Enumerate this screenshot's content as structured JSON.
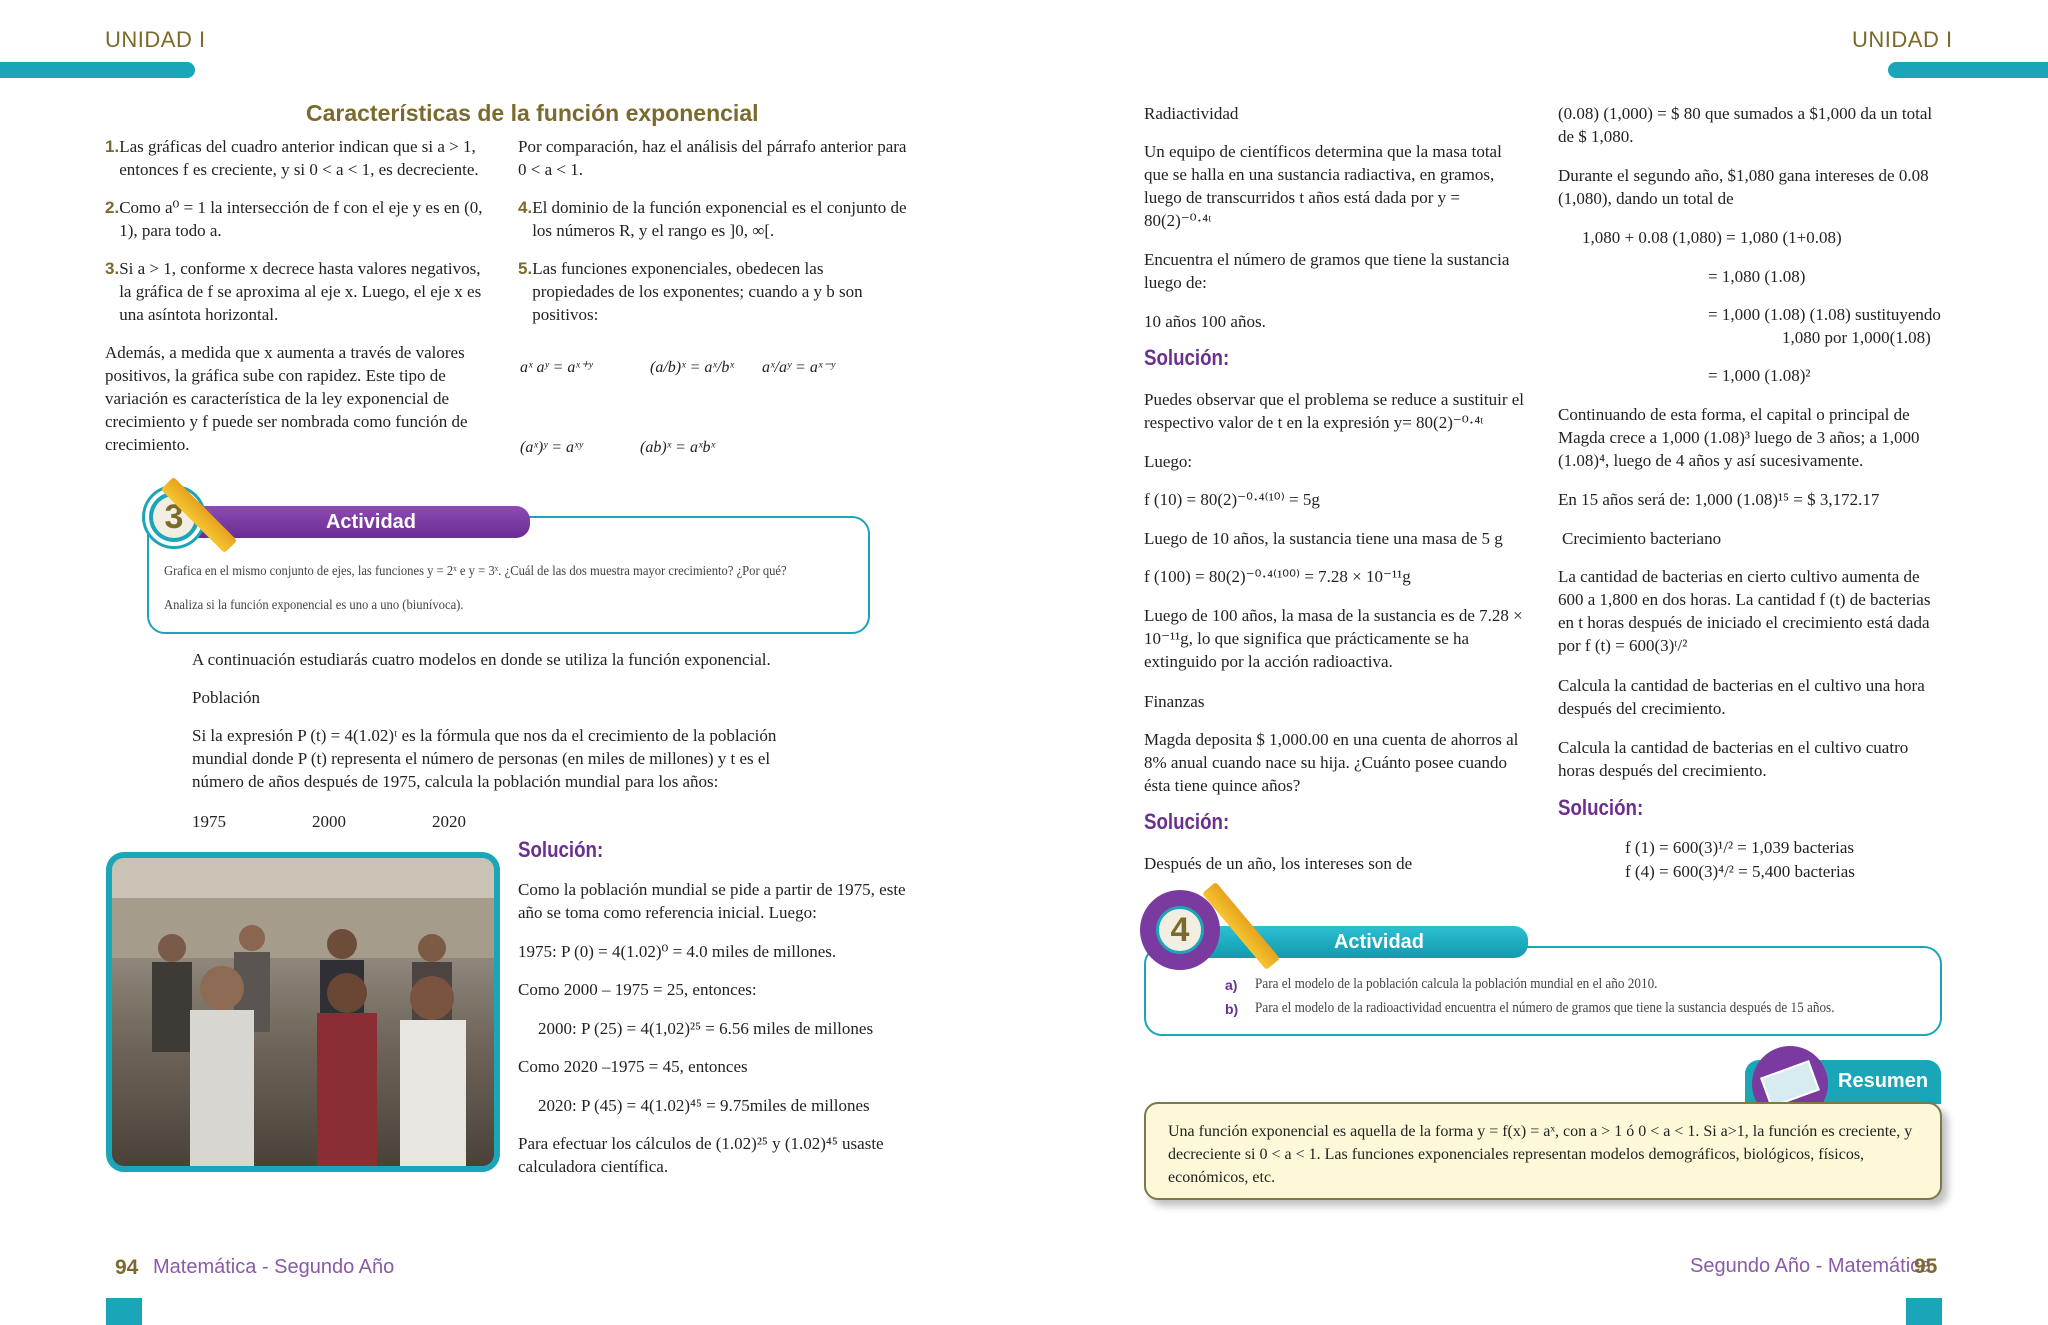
{
  "header": {
    "left_unit": "UNIDAD I",
    "right_unit": "UNIDAD I"
  },
  "left": {
    "title": "Características de la función exponencial",
    "col1": [
      {
        "n": "1.",
        "text": "Las gráficas del cuadro anterior indican que si a > 1, entonces f es creciente, y si 0 < a < 1, es decreciente."
      },
      {
        "n": "2.",
        "text": "Como a⁰ = 1 la intersección de f con el eje y es en (0, 1), para todo a."
      },
      {
        "n": "3.",
        "text": "Si a > 1, conforme x decrece hasta valores negativos, la gráfica de f se aproxima al eje x. Luego, el eje x es una asíntota horizontal."
      }
    ],
    "col1_para": "Además, a medida que x aumenta a través de valores positivos, la gráfica sube con rapidez. Este tipo de variación es característica de la ley exponencial de crecimiento y f puede ser nombrada como función de crecimiento.",
    "col2_intro": "Por comparación, haz el análisis del párrafo anterior para 0 < a < 1.",
    "col2": [
      {
        "n": "4.",
        "text": "El dominio de la función exponencial es el conjunto de los números R, y el rango es ]0, ∞[."
      },
      {
        "n": "5.",
        "text": "Las funciones exponenciales, obedecen las propiedades de los exponentes; cuando a y b son positivos:"
      }
    ],
    "props": {
      "p1": "aˣ aʸ = aˣ⁺ʸ",
      "p2": "(a/b)ˣ = aˣ/bˣ",
      "p3": "aˣ/aʸ = aˣ⁻ʸ",
      "p4": "(aˣ)ʸ = aˣʸ",
      "p5": "(ab)ˣ = aˣbˣ"
    },
    "activity": {
      "number": "3",
      "label": "Actividad",
      "line1": "Grafica en el mismo conjunto de ejes, las funciones y = 2ˣ e y = 3ˣ. ¿Cuál de las dos muestra mayor crecimiento? ¿Por qué?",
      "line2": "Analiza si la función exponencial es uno a uno (biunívoca)."
    },
    "intro": "A continuación estudiarás cuatro modelos en donde se utiliza la función exponencial.",
    "poblacion_label": "Población",
    "poblacion_text": "Si la expresión P (t) = 4(1.02)ᵗ es la fórmula que nos da el crecimiento de la población mundial donde P (t) representa el número de personas (en miles de millones) y t es el número de años después de 1975, calcula la población mundial para los años:",
    "years": [
      "1975",
      "2000",
      "2020"
    ],
    "solucion_label": "Solución:",
    "sol_lines": [
      "Como la población mundial se pide a partir de 1975, este año se toma como referencia inicial. Luego:",
      "1975: P (0) = 4(1.02)⁰ = 4.0 miles de millones.",
      "Como 2000 – 1975 = 25, entonces:",
      "2000: P (25) = 4(1,02)²⁵ = 6.56 miles de millones",
      "Como 2020 –1975 = 45, entonces",
      "2020: P (45) = 4(1.02)⁴⁵ = 9.75miles de millones",
      "Para efectuar los cálculos de (1.02)²⁵ y (1.02)⁴⁵ usaste calculadora científica."
    ],
    "footer_page": "94",
    "footer_text": "Matemática - Segundo Año"
  },
  "right": {
    "radiactividad_label": "Radiactividad",
    "radio_text": "Un equipo de científicos determina que la masa total que se halla en una sustancia radiactiva, en gramos, luego de transcurridos t años está dada por y = 80(2)⁻⁰·⁴ᵗ",
    "radio_q": "Encuentra el número de gramos que tiene la sustancia luego de:",
    "radio_years": "10 años  100 años.",
    "solucion_label": "Solución:",
    "radio_sol": [
      "Puedes observar que el problema se reduce a sustituir el respectivo valor de t en la expresión y= 80(2)⁻⁰·⁴ᵗ",
      "Luego:",
      "f (10) = 80(2)⁻⁰·⁴⁽¹⁰⁾ = 5g",
      "Luego de 10 años, la sustancia tiene una masa de 5 g",
      "f (100) = 80(2)⁻⁰·⁴⁽¹⁰⁰⁾ = 7.28 × 10⁻¹¹g",
      "Luego de 100 años, la masa de la sustancia es de 7.28 × 10⁻¹¹g, lo que significa que prácticamente se ha extinguido por la acción radioactiva."
    ],
    "finanzas_label": "Finanzas",
    "finanzas_text": "Magda deposita $ 1,000.00 en una cuenta de ahorros al 8% anual cuando nace su hija. ¿Cuánto posee cuando ésta tiene quince años?",
    "finanzas_sol": "Después de un año, los intereses son de",
    "col2_lines": [
      "(0.08) (1,000) = $ 80 que sumados a $1,000 da un total de $ 1,080.",
      "Durante el segundo año, $1,080 gana intereses de 0.08 (1,080), dando un total de",
      "1,080 + 0.08 (1,080) = 1,080 (1+0.08)",
      "= 1,080 (1.08)",
      "= 1,000 (1.08) (1.08) sustituyendo",
      "1,080 por 1,000(1.08)",
      "= 1,000 (1.08)²",
      "Continuando de esta forma, el capital o principal de Magda crece a 1,000 (1.08)³ luego de 3 años; a 1,000 (1.08)⁴, luego de 4 años y así sucesivamente.",
      "En 15 años será de: 1,000 (1.08)¹⁵ = $ 3,172.17"
    ],
    "bacteria_label": "Crecimiento bacteriano",
    "bacteria_text": "La cantidad de bacterias en cierto cultivo aumenta de 600 a 1,800 en dos horas. La cantidad f (t) de bacterias en t horas después de iniciado el crecimiento está dada por f (t) = 600(3)ᵗ/²",
    "bacteria_q1": "Calcula la cantidad de bacterias en el cultivo una hora después del crecimiento.",
    "bacteria_q2": "Calcula la cantidad de bacterias en el cultivo cuatro horas después del crecimiento.",
    "bacteria_sol1": "f (1) = 600(3)¹/² = 1,039 bacterias",
    "bacteria_sol2": "f (4) = 600(3)⁴/² = 5,400 bacterias",
    "activity": {
      "number": "4",
      "label": "Actividad",
      "a_label": "a)",
      "a": "Para el modelo de la población calcula la población mundial en el año 2010.",
      "b_label": "b)",
      "b": "Para el modelo de la radioactividad encuentra el número de gramos que tiene la sustancia después de 15 años."
    },
    "resumen": {
      "label": "Resumen",
      "text": "Una función exponencial es aquella de la forma y = f(x) = aˣ, con a > 1 ó 0 < a < 1. Si a>1, la función es creciente, y decreciente si 0 < a < 1. Las funciones exponenciales representan modelos demográficos, biológicos, físicos, económicos, etc."
    },
    "footer_page": "95",
    "footer_text": "Segundo Año - Matemática"
  },
  "colors": {
    "teal": "#1aa5b8",
    "purple": "#6b2f8f",
    "olive": "#7b6a2c"
  }
}
